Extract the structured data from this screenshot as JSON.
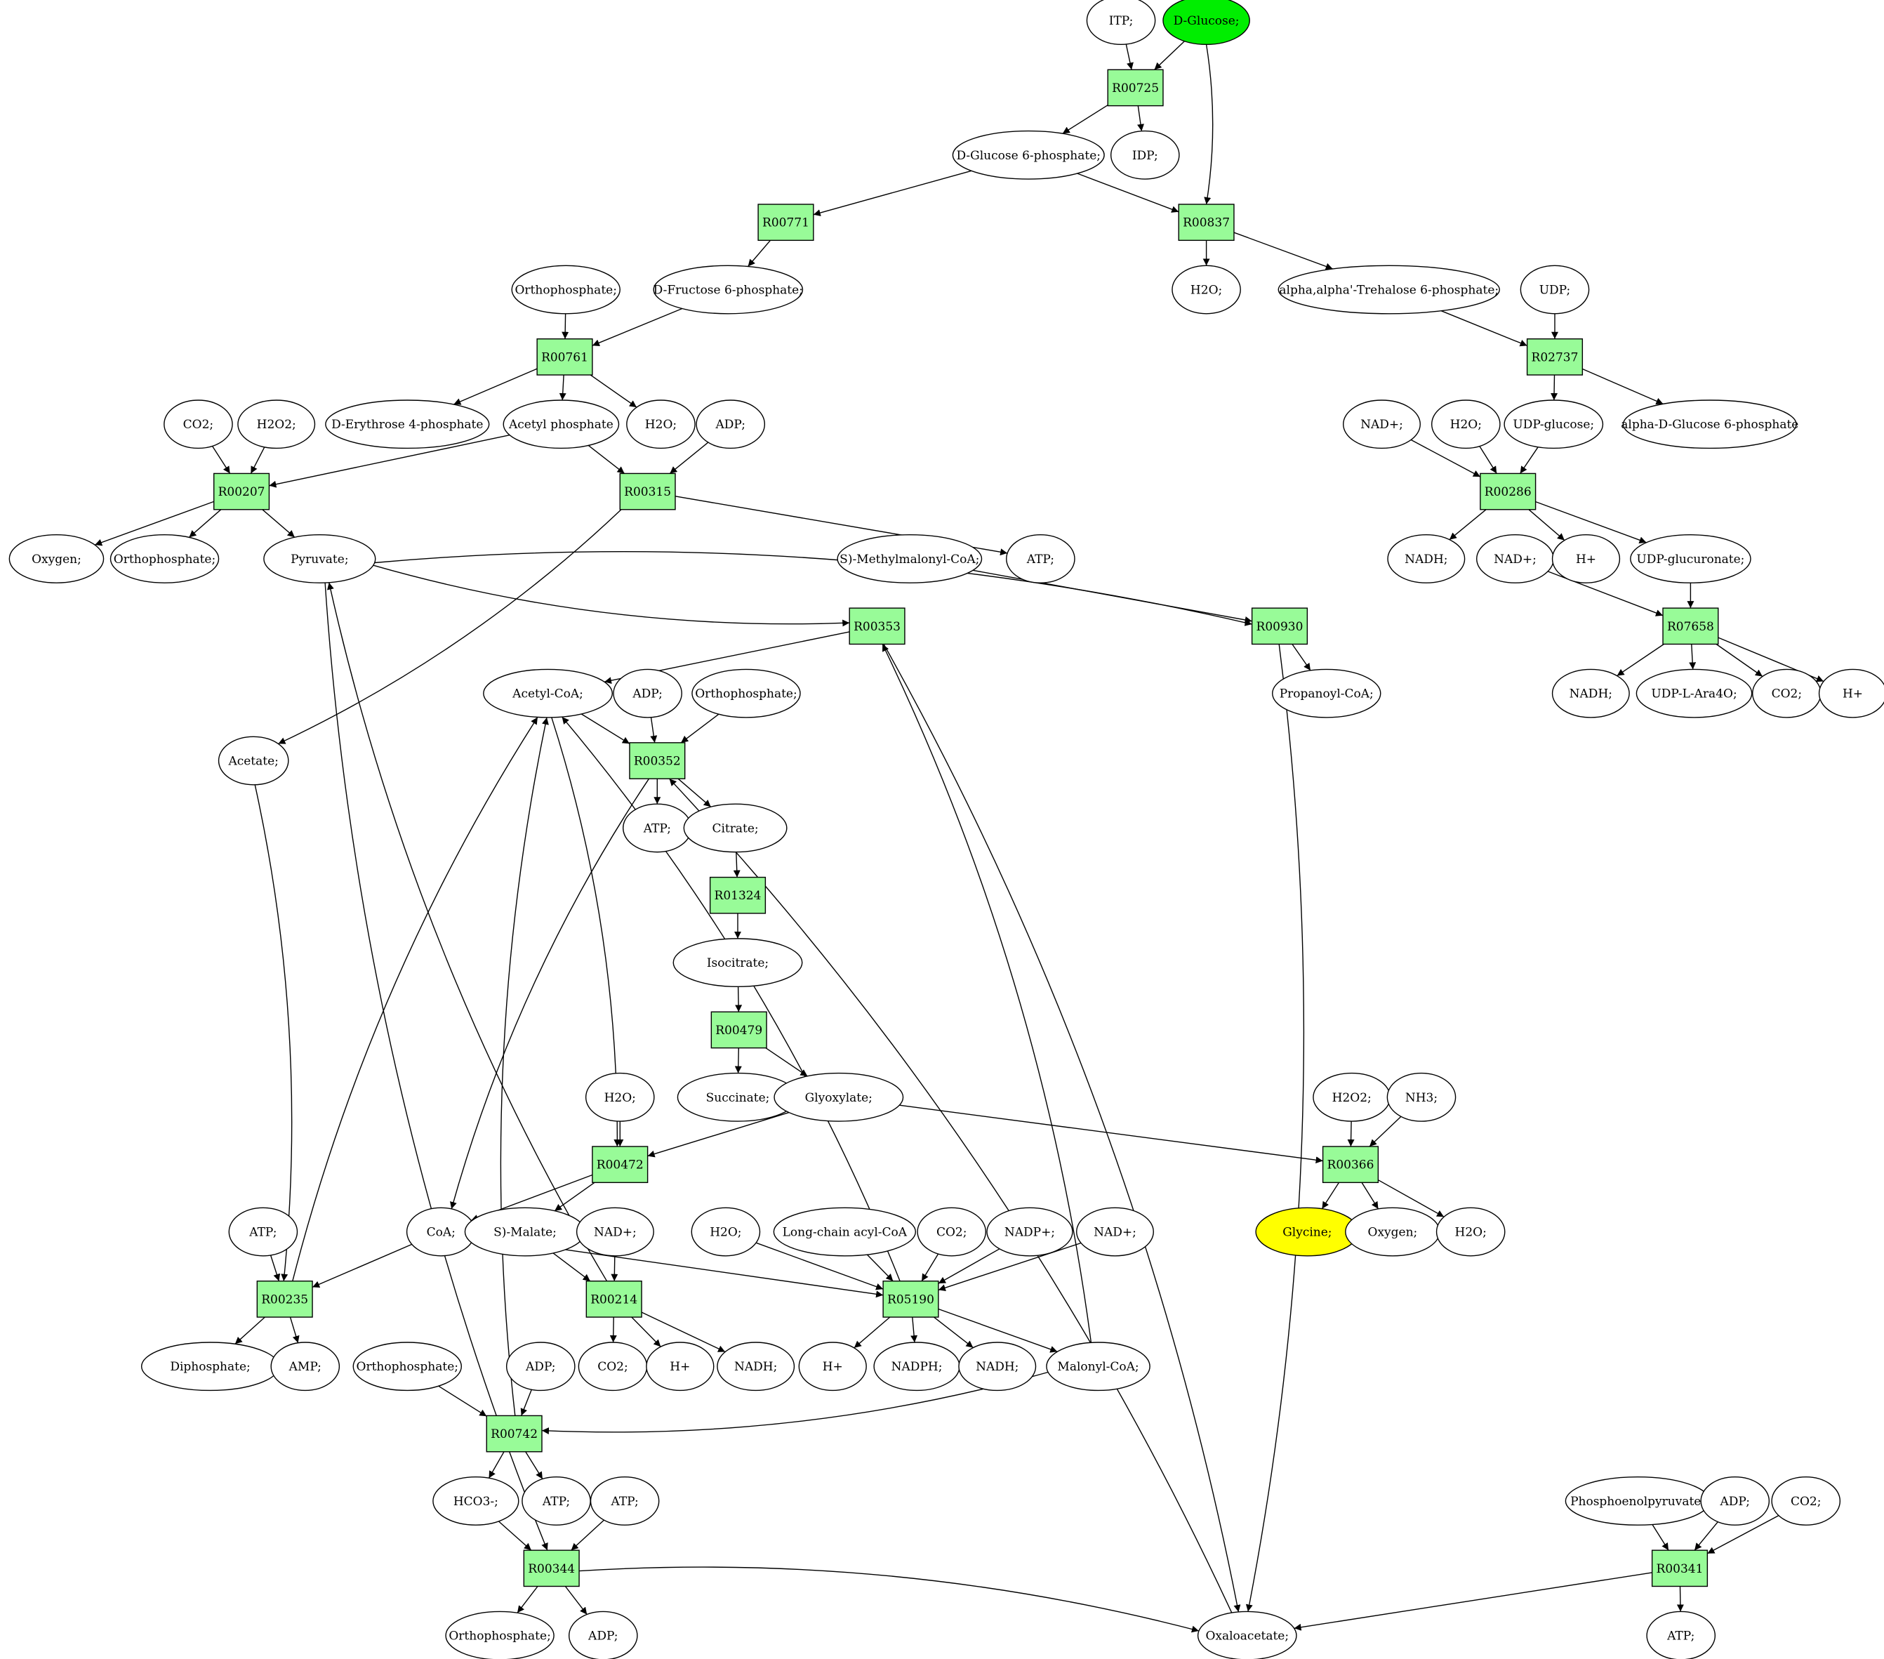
{
  "colors": {
    "reaction_fill": "#98fb98",
    "compound_fill": "#ffffff",
    "source_fill": "#00ee00",
    "target_fill": "#ffff00",
    "stroke": "#000000"
  },
  "nodes": [
    {
      "id": "itp",
      "kind": "compound",
      "label": "ITP;"
    },
    {
      "id": "dglucose",
      "kind": "source",
      "label": "D-Glucose;"
    },
    {
      "id": "R00725",
      "kind": "reaction",
      "label": "R00725"
    },
    {
      "id": "g6p",
      "kind": "compound",
      "label": "D-Glucose 6-phosphate;"
    },
    {
      "id": "idp",
      "kind": "compound",
      "label": "IDP;"
    },
    {
      "id": "R00771",
      "kind": "reaction",
      "label": "R00771"
    },
    {
      "id": "R00837",
      "kind": "reaction",
      "label": "R00837"
    },
    {
      "id": "f6p",
      "kind": "compound",
      "label": "D-Fructose 6-phosphate;"
    },
    {
      "id": "orthoA",
      "kind": "compound",
      "label": "Orthophosphate;"
    },
    {
      "id": "h2oA",
      "kind": "compound",
      "label": "H2O;"
    },
    {
      "id": "tre6p",
      "kind": "compound",
      "label": "alpha,alpha'-Trehalose 6-phosphate;"
    },
    {
      "id": "udp",
      "kind": "compound",
      "label": "UDP;"
    },
    {
      "id": "R00761",
      "kind": "reaction",
      "label": "R00761"
    },
    {
      "id": "R02737",
      "kind": "reaction",
      "label": "R02737"
    },
    {
      "id": "co2A",
      "kind": "compound",
      "label": "CO2;"
    },
    {
      "id": "h2o2A",
      "kind": "compound",
      "label": "H2O2;"
    },
    {
      "id": "e4p",
      "kind": "compound",
      "label": "D-Erythrose 4-phosphate"
    },
    {
      "id": "acp",
      "kind": "compound",
      "label": "Acetyl phosphate"
    },
    {
      "id": "h2oB",
      "kind": "compound",
      "label": "H2O;"
    },
    {
      "id": "adpA",
      "kind": "compound",
      "label": "ADP;"
    },
    {
      "id": "nadA",
      "kind": "compound",
      "label": "NAD+;"
    },
    {
      "id": "h2oC",
      "kind": "compound",
      "label": "H2O;"
    },
    {
      "id": "udpglc",
      "kind": "compound",
      "label": "UDP-glucose;"
    },
    {
      "id": "adg6p",
      "kind": "compound",
      "label": "alpha-D-Glucose 6-phosphate"
    },
    {
      "id": "R00207",
      "kind": "reaction",
      "label": "R00207"
    },
    {
      "id": "R00315",
      "kind": "reaction",
      "label": "R00315"
    },
    {
      "id": "R00286",
      "kind": "reaction",
      "label": "R00286"
    },
    {
      "id": "oxyA",
      "kind": "compound",
      "label": "Oxygen;"
    },
    {
      "id": "orthoB",
      "kind": "compound",
      "label": "Orthophosphate;"
    },
    {
      "id": "pyr",
      "kind": "compound",
      "label": "Pyruvate;"
    },
    {
      "id": "smmcoa",
      "kind": "compound",
      "label": "S)-Methylmalonyl-CoA;"
    },
    {
      "id": "atpA",
      "kind": "compound",
      "label": "ATP;"
    },
    {
      "id": "nadhA",
      "kind": "compound",
      "label": "NADH;"
    },
    {
      "id": "nadB",
      "kind": "compound",
      "label": "NAD+;"
    },
    {
      "id": "hA",
      "kind": "compound",
      "label": "H+"
    },
    {
      "id": "udpgluc",
      "kind": "compound",
      "label": "UDP-glucuronate;"
    },
    {
      "id": "R00353",
      "kind": "reaction",
      "label": "R00353"
    },
    {
      "id": "R00930",
      "kind": "reaction",
      "label": "R00930"
    },
    {
      "id": "R07658",
      "kind": "reaction",
      "label": "R07658"
    },
    {
      "id": "accoa",
      "kind": "compound",
      "label": "Acetyl-CoA;"
    },
    {
      "id": "adpB",
      "kind": "compound",
      "label": "ADP;"
    },
    {
      "id": "orthoC",
      "kind": "compound",
      "label": "Orthophosphate;"
    },
    {
      "id": "propcoa",
      "kind": "compound",
      "label": "Propanoyl-CoA;"
    },
    {
      "id": "nadhB",
      "kind": "compound",
      "label": "NADH;"
    },
    {
      "id": "udpara",
      "kind": "compound",
      "label": "UDP-L-Ara4O;"
    },
    {
      "id": "co2B",
      "kind": "compound",
      "label": "CO2;"
    },
    {
      "id": "hB",
      "kind": "compound",
      "label": "H+"
    },
    {
      "id": "acetate",
      "kind": "compound",
      "label": "Acetate;"
    },
    {
      "id": "R00352",
      "kind": "reaction",
      "label": "R00352"
    },
    {
      "id": "atpB",
      "kind": "compound",
      "label": "ATP;"
    },
    {
      "id": "citrate",
      "kind": "compound",
      "label": "Citrate;"
    },
    {
      "id": "R01324",
      "kind": "reaction",
      "label": "R01324"
    },
    {
      "id": "isocit",
      "kind": "compound",
      "label": "Isocitrate;"
    },
    {
      "id": "R00479",
      "kind": "reaction",
      "label": "R00479"
    },
    {
      "id": "succ",
      "kind": "compound",
      "label": "Succinate;"
    },
    {
      "id": "glyox",
      "kind": "compound",
      "label": "Glyoxylate;"
    },
    {
      "id": "h2oD",
      "kind": "compound",
      "label": "H2O;"
    },
    {
      "id": "h2o2B",
      "kind": "compound",
      "label": "H2O2;"
    },
    {
      "id": "nh3",
      "kind": "compound",
      "label": "NH3;"
    },
    {
      "id": "R00472",
      "kind": "reaction",
      "label": "R00472"
    },
    {
      "id": "R00366",
      "kind": "reaction",
      "label": "R00366"
    },
    {
      "id": "atpC",
      "kind": "compound",
      "label": "ATP;"
    },
    {
      "id": "coa",
      "kind": "compound",
      "label": "CoA;"
    },
    {
      "id": "smal",
      "kind": "compound",
      "label": "S)-Malate;"
    },
    {
      "id": "nadC",
      "kind": "compound",
      "label": "NAD+;"
    },
    {
      "id": "h2oE",
      "kind": "compound",
      "label": "H2O;"
    },
    {
      "id": "lcacoa",
      "kind": "compound",
      "label": "Long-chain acyl-CoA"
    },
    {
      "id": "co2C",
      "kind": "compound",
      "label": "CO2;"
    },
    {
      "id": "nadpA",
      "kind": "compound",
      "label": "NADP+;"
    },
    {
      "id": "nadD",
      "kind": "compound",
      "label": "NAD+;"
    },
    {
      "id": "glycine",
      "kind": "target",
      "label": "Glycine;"
    },
    {
      "id": "oxyB",
      "kind": "compound",
      "label": "Oxygen;"
    },
    {
      "id": "h2oF",
      "kind": "compound",
      "label": "H2O;"
    },
    {
      "id": "R00235",
      "kind": "reaction",
      "label": "R00235"
    },
    {
      "id": "R00214",
      "kind": "reaction",
      "label": "R00214"
    },
    {
      "id": "R05190",
      "kind": "reaction",
      "label": "R05190"
    },
    {
      "id": "diphos",
      "kind": "compound",
      "label": "Diphosphate;"
    },
    {
      "id": "amp",
      "kind": "compound",
      "label": "AMP;"
    },
    {
      "id": "orthoD",
      "kind": "compound",
      "label": "Orthophosphate;"
    },
    {
      "id": "adpC",
      "kind": "compound",
      "label": "ADP;"
    },
    {
      "id": "co2D",
      "kind": "compound",
      "label": "CO2;"
    },
    {
      "id": "hC",
      "kind": "compound",
      "label": "H+"
    },
    {
      "id": "nadhC",
      "kind": "compound",
      "label": "NADH;"
    },
    {
      "id": "hD",
      "kind": "compound",
      "label": "H+"
    },
    {
      "id": "nadph",
      "kind": "compound",
      "label": "NADPH;"
    },
    {
      "id": "nadhD",
      "kind": "compound",
      "label": "NADH;"
    },
    {
      "id": "malcoa",
      "kind": "compound",
      "label": "Malonyl-CoA;"
    },
    {
      "id": "R00742",
      "kind": "reaction",
      "label": "R00742"
    },
    {
      "id": "hco3",
      "kind": "compound",
      "label": "HCO3-;"
    },
    {
      "id": "atpD",
      "kind": "compound",
      "label": "ATP;"
    },
    {
      "id": "atpE",
      "kind": "compound",
      "label": "ATP;"
    },
    {
      "id": "pep",
      "kind": "compound",
      "label": "Phosphoenolpyruvate;"
    },
    {
      "id": "adpD",
      "kind": "compound",
      "label": "ADP;"
    },
    {
      "id": "co2E",
      "kind": "compound",
      "label": "CO2;"
    },
    {
      "id": "R00344",
      "kind": "reaction",
      "label": "R00344"
    },
    {
      "id": "R00341",
      "kind": "reaction",
      "label": "R00341"
    },
    {
      "id": "orthoE",
      "kind": "compound",
      "label": "Orthophosphate;"
    },
    {
      "id": "adpE",
      "kind": "compound",
      "label": "ADP;"
    },
    {
      "id": "oaa",
      "kind": "compound",
      "label": "Oxaloacetate;"
    },
    {
      "id": "atpF",
      "kind": "compound",
      "label": "ATP;"
    }
  ],
  "edges": [
    [
      "itp",
      "R00725"
    ],
    [
      "dglucose",
      "R00725"
    ],
    [
      "dglucose",
      "R00837"
    ],
    [
      "R00725",
      "g6p"
    ],
    [
      "R00725",
      "idp"
    ],
    [
      "g6p",
      "R00771"
    ],
    [
      "g6p",
      "R00837"
    ],
    [
      "R00771",
      "f6p"
    ],
    [
      "R00837",
      "h2oA"
    ],
    [
      "R00837",
      "tre6p"
    ],
    [
      "orthoA",
      "R00761"
    ],
    [
      "f6p",
      "R00761"
    ],
    [
      "tre6p",
      "R02737"
    ],
    [
      "udp",
      "R02737"
    ],
    [
      "R00761",
      "e4p"
    ],
    [
      "R00761",
      "acp"
    ],
    [
      "R00761",
      "h2oB"
    ],
    [
      "R02737",
      "udpglc"
    ],
    [
      "R02737",
      "adg6p"
    ],
    [
      "co2A",
      "R00207"
    ],
    [
      "h2o2A",
      "R00207"
    ],
    [
      "acp",
      "R00207"
    ],
    [
      "acp",
      "R00315"
    ],
    [
      "adpA",
      "R00315"
    ],
    [
      "nadA",
      "R00286"
    ],
    [
      "h2oC",
      "R00286"
    ],
    [
      "udpglc",
      "R00286"
    ],
    [
      "R00207",
      "oxyA"
    ],
    [
      "R00207",
      "orthoB"
    ],
    [
      "R00207",
      "pyr"
    ],
    [
      "R00315",
      "acetate"
    ],
    [
      "R00315",
      "atpA"
    ],
    [
      "R00286",
      "nadhA"
    ],
    [
      "R00286",
      "hA"
    ],
    [
      "R00286",
      "udpgluc"
    ],
    [
      "pyr",
      "R00353"
    ],
    [
      "pyr",
      "R00930"
    ],
    [
      "pyr",
      "R00344"
    ],
    [
      "smmcoa",
      "R00930"
    ],
    [
      "nadB",
      "R07658"
    ],
    [
      "udpgluc",
      "R07658"
    ],
    [
      "R00353",
      "accoa"
    ],
    [
      "R00353",
      "oaa"
    ],
    [
      "R00930",
      "propcoa"
    ],
    [
      "R00930",
      "oaa"
    ],
    [
      "R07658",
      "nadhB"
    ],
    [
      "R07658",
      "udpara"
    ],
    [
      "R07658",
      "co2B"
    ],
    [
      "R07658",
      "hB"
    ],
    [
      "accoa",
      "R00352"
    ],
    [
      "adpB",
      "R00352"
    ],
    [
      "orthoC",
      "R00352"
    ],
    [
      "accoa",
      "R00472"
    ],
    [
      "R00352",
      "atpB"
    ],
    [
      "R00352",
      "citrate"
    ],
    [
      "R00352",
      "coa"
    ],
    [
      "citrate",
      "R01324"
    ],
    [
      "R01324",
      "isocit"
    ],
    [
      "isocit",
      "R00479"
    ],
    [
      "R00479",
      "succ"
    ],
    [
      "R00479",
      "glyox"
    ],
    [
      "glyox",
      "R00472"
    ],
    [
      "glyox",
      "R00366"
    ],
    [
      "h2oD",
      "R00472"
    ],
    [
      "h2o2B",
      "R00366"
    ],
    [
      "nh3",
      "R00366"
    ],
    [
      "R00472",
      "coa"
    ],
    [
      "R00472",
      "smal"
    ],
    [
      "R00366",
      "glycine"
    ],
    [
      "R00366",
      "oxyB"
    ],
    [
      "R00366",
      "h2oF"
    ],
    [
      "atpC",
      "R00235"
    ],
    [
      "acetate",
      "R00235"
    ],
    [
      "coa",
      "R00235"
    ],
    [
      "coa",
      "R05190"
    ],
    [
      "smal",
      "R00214"
    ],
    [
      "nadC",
      "R00214"
    ],
    [
      "h2oE",
      "R05190"
    ],
    [
      "lcacoa",
      "R05190"
    ],
    [
      "co2C",
      "R05190"
    ],
    [
      "nadpA",
      "R05190"
    ],
    [
      "nadD",
      "R05190"
    ],
    [
      "R00235",
      "diphos"
    ],
    [
      "R00235",
      "amp"
    ],
    [
      "R00235",
      "accoa"
    ],
    [
      "R00214",
      "co2D"
    ],
    [
      "R00214",
      "hC"
    ],
    [
      "R00214",
      "nadhC"
    ],
    [
      "R00214",
      "pyr"
    ],
    [
      "R05190",
      "hD"
    ],
    [
      "R05190",
      "nadph"
    ],
    [
      "R05190",
      "nadhD"
    ],
    [
      "R05190",
      "malcoa"
    ],
    [
      "R05190",
      "accoa"
    ],
    [
      "malcoa",
      "R00742"
    ],
    [
      "malcoa",
      "R00353"
    ],
    [
      "orthoD",
      "R00742"
    ],
    [
      "adpC",
      "R00742"
    ],
    [
      "R00742",
      "hco3"
    ],
    [
      "R00742",
      "atpD"
    ],
    [
      "R00742",
      "accoa"
    ],
    [
      "hco3",
      "R00344"
    ],
    [
      "atpE",
      "R00344"
    ],
    [
      "pep",
      "R00341"
    ],
    [
      "adpD",
      "R00341"
    ],
    [
      "co2E",
      "R00341"
    ],
    [
      "R00344",
      "orthoE"
    ],
    [
      "R00344",
      "adpE"
    ],
    [
      "R00344",
      "oaa"
    ],
    [
      "R00341",
      "oaa"
    ],
    [
      "R00341",
      "atpF"
    ],
    [
      "oaa",
      "R00352"
    ]
  ]
}
